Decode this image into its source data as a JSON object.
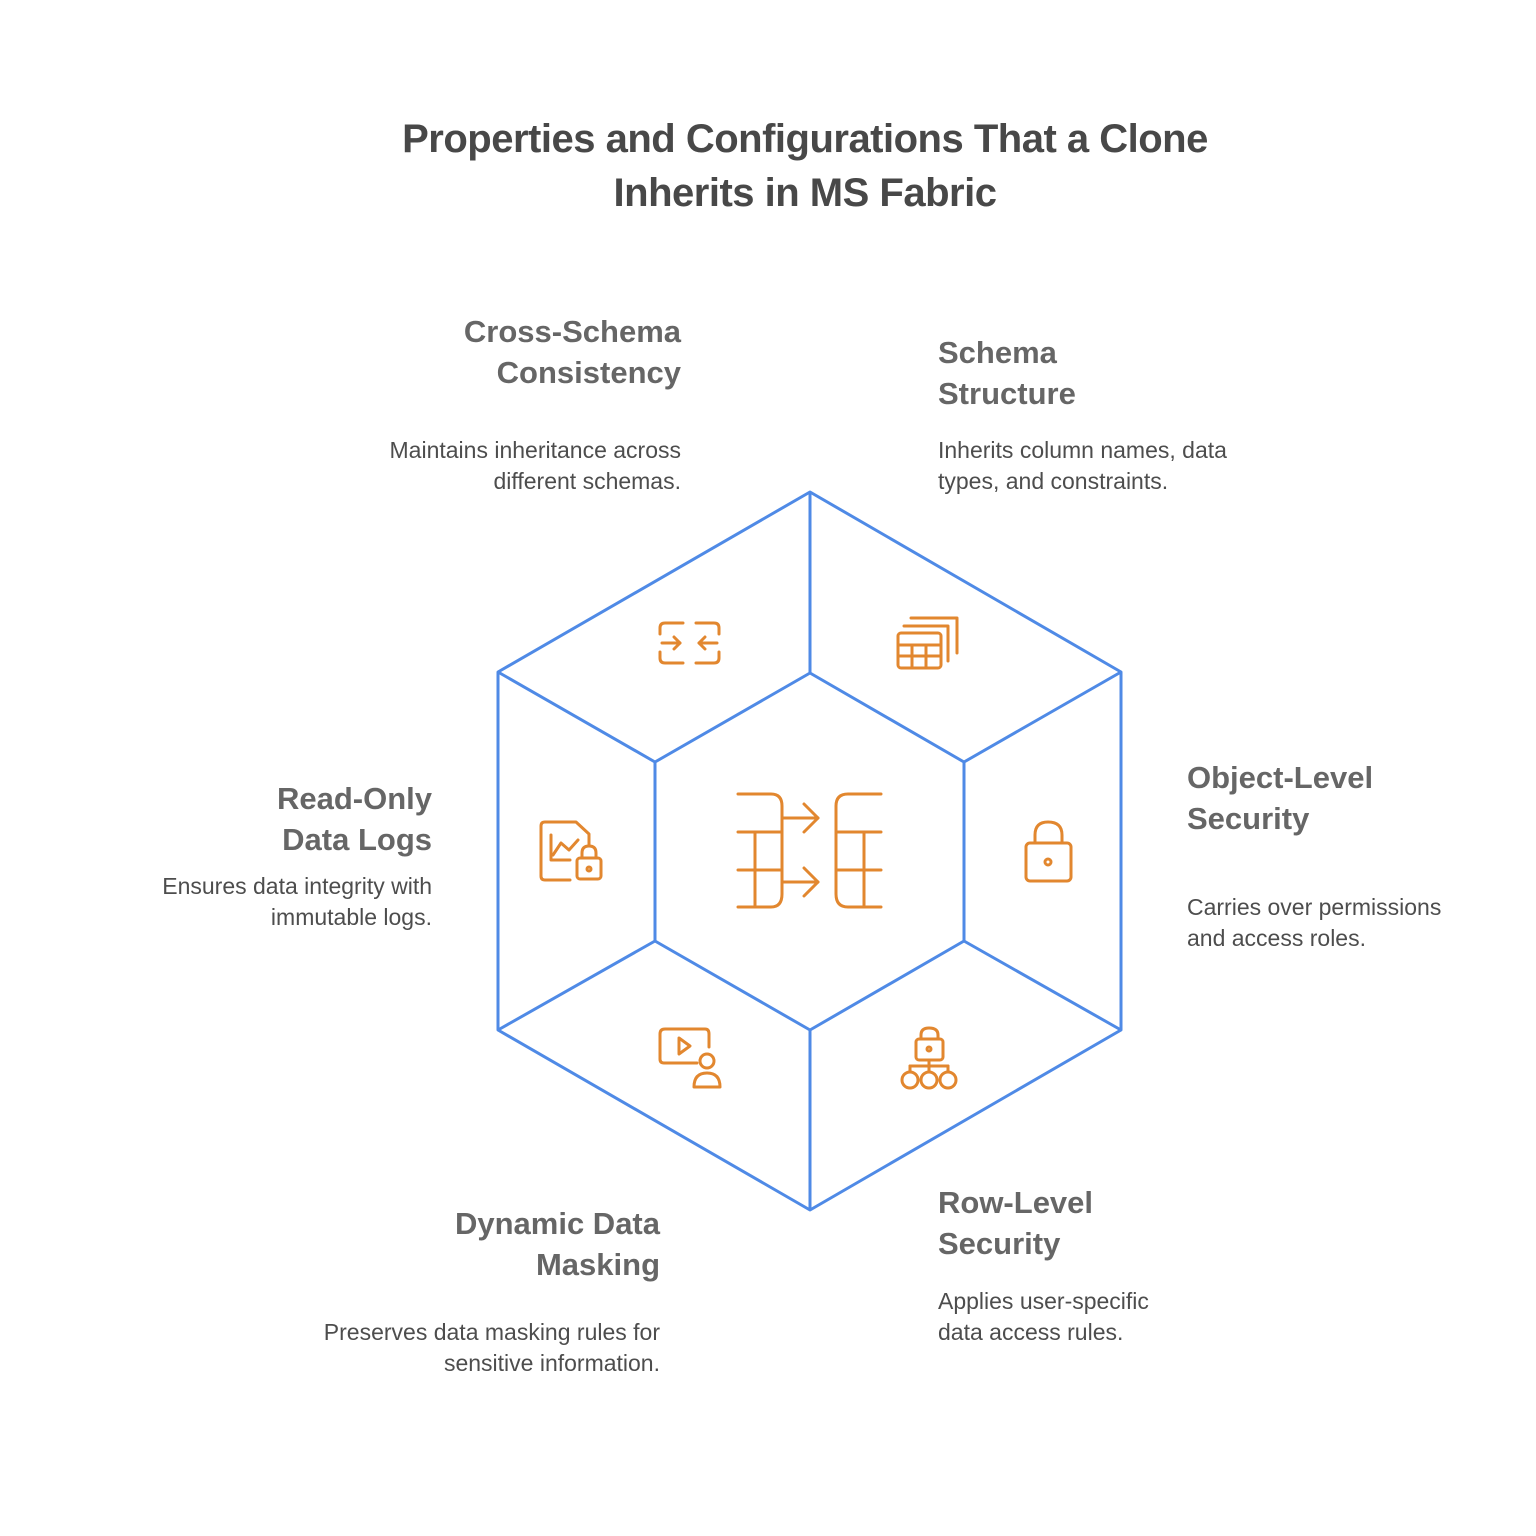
{
  "title": {
    "line1": "Properties and Configurations That a Clone",
    "line2": "Inherits in MS Fabric"
  },
  "colors": {
    "hex_stroke": "#4f8ae6",
    "icon": "#e2872f",
    "label": "#666666",
    "desc": "#4d4d4d",
    "title": "#484848"
  },
  "center": {
    "icon": "table-transfer-icon"
  },
  "segments": [
    {
      "id": "cross-schema",
      "label_1": "Cross-Schema",
      "label_2": "Consistency",
      "desc_1": "Maintains inheritance across",
      "desc_2": "different schemas.",
      "icon": "merge-arrows-icon"
    },
    {
      "id": "schema-structure",
      "label_1": "Schema",
      "label_2": "Structure",
      "desc_1": "Inherits column names, data",
      "desc_2": "types, and constraints.",
      "icon": "stacked-tables-icon"
    },
    {
      "id": "object-level",
      "label_1": "Object-Level",
      "label_2": "Security",
      "desc_1": "Carries over permissions",
      "desc_2": "and access roles.",
      "icon": "lock-icon"
    },
    {
      "id": "row-level",
      "label_1": "Row-Level",
      "label_2": "Security",
      "desc_1": "Applies user-specific",
      "desc_2": "data access rules.",
      "icon": "lock-hierarchy-icon"
    },
    {
      "id": "dynamic-masking",
      "label_1": "Dynamic Data",
      "label_2": "Masking",
      "desc_1": "Preserves data masking rules for",
      "desc_2": "sensitive information.",
      "icon": "video-user-icon"
    },
    {
      "id": "read-only-logs",
      "label_1": "Read-Only",
      "label_2": "Data Logs",
      "desc_1": "Ensures data integrity with",
      "desc_2": "immutable logs.",
      "icon": "chart-file-lock-icon"
    }
  ]
}
